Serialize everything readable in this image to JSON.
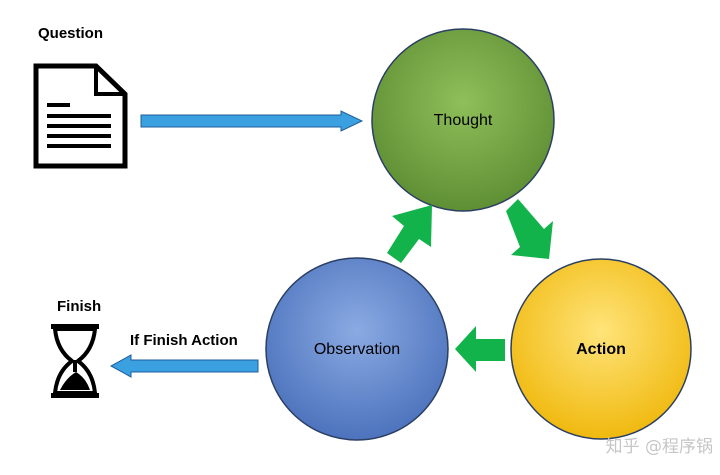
{
  "labels": {
    "question": "Question",
    "finish": "Finish",
    "if_finish_action": "If Finish Action"
  },
  "nodes": {
    "thought": "Thought",
    "action": "Action",
    "observation": "Observation"
  },
  "watermark": "知乎 @程序锅",
  "colors": {
    "thought_fill": "#77a944",
    "action_fill": "#f8cf3a",
    "observation_fill": "#6a8fd3",
    "blue_arrow": "#3aa0df",
    "green_arrow": "#12b34a",
    "node_stroke": "#2b3f63"
  },
  "icons": {
    "question": "document-icon",
    "finish": "hourglass-icon"
  }
}
